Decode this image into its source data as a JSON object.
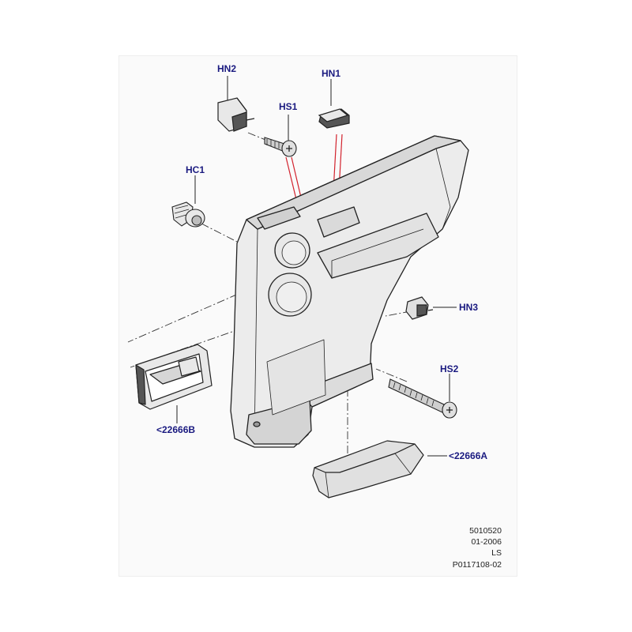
{
  "callouts": {
    "hn2": "HN2",
    "hn1": "HN1",
    "hs1": "HS1",
    "hc1": "HC1",
    "hn3": "HN3",
    "hs2": "HS2",
    "ref_a": "<22666A",
    "ref_b": "<22666B"
  },
  "metadata": {
    "line1": "5010520",
    "line2": "01-2006",
    "line3": "LS",
    "line4": "P0117108-02"
  },
  "colors": {
    "callout_text": "#1a1a80",
    "outline": "#222222",
    "part_fill": "#e8e8e8",
    "dark_fill": "#9a9a9a",
    "highlight_line": "#d2222d",
    "background": "#ffffff"
  }
}
